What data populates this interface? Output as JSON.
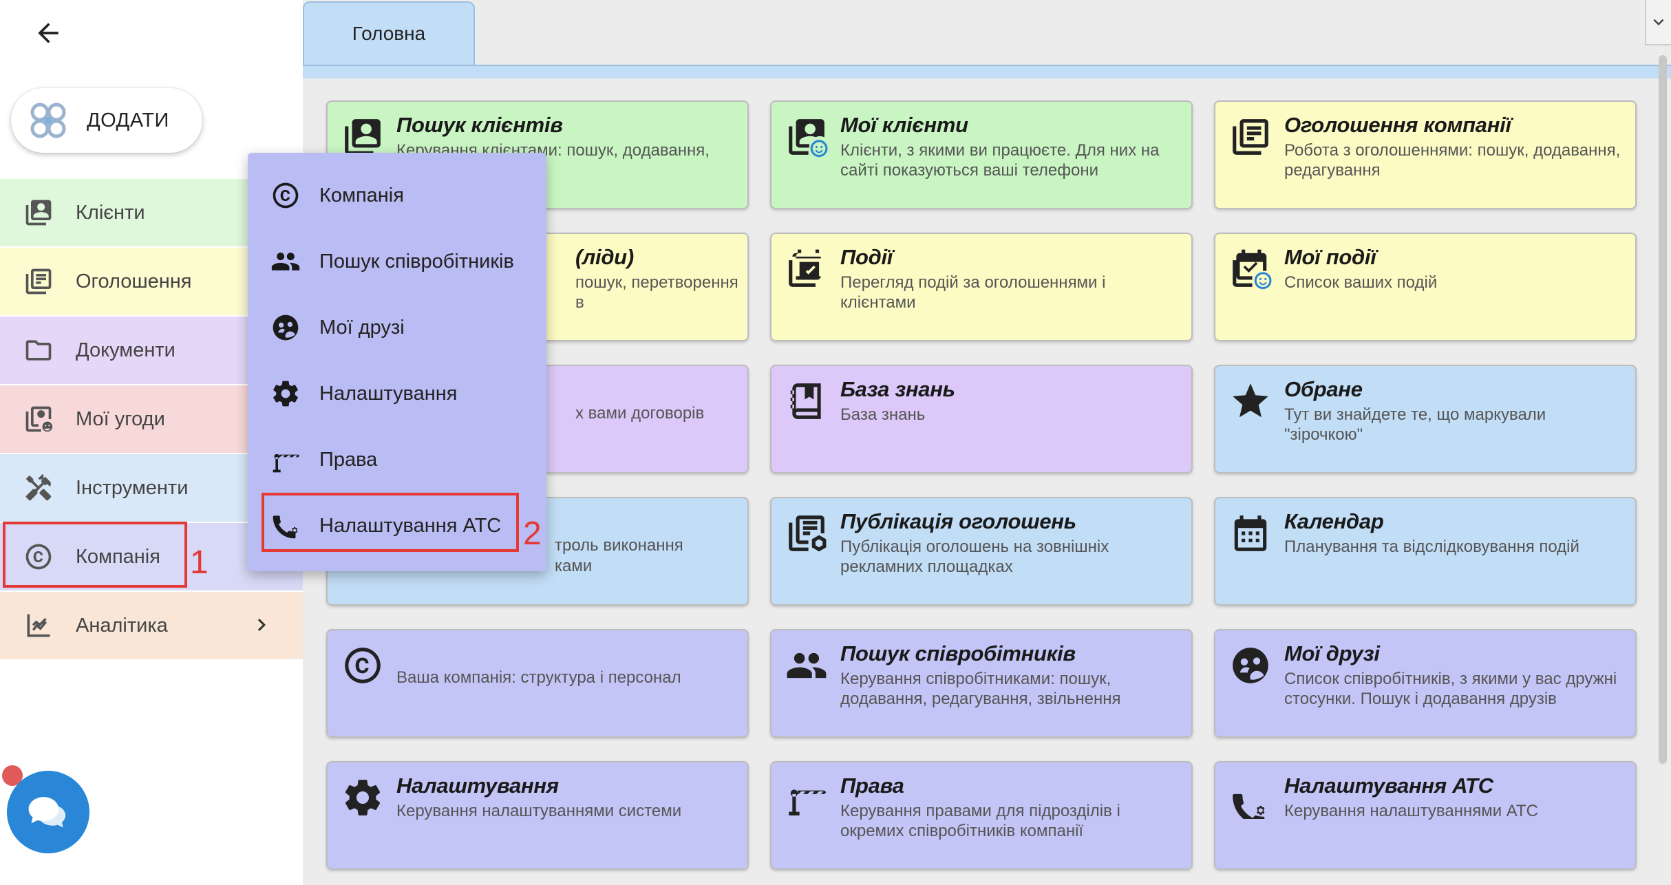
{
  "sidebar": {
    "add_label": "ДОДАТИ",
    "items": [
      {
        "label": "Клієнти",
        "icon": "contacts-icon"
      },
      {
        "label": "Оголошення",
        "icon": "ads-icon"
      },
      {
        "label": "Документи",
        "icon": "folder-icon"
      },
      {
        "label": "Мої угоди",
        "icon": "deals-icon"
      },
      {
        "label": "Інструменти",
        "icon": "tools-icon"
      },
      {
        "label": "Компанія",
        "icon": "copyright-icon"
      },
      {
        "label": "Аналітика",
        "icon": "analytics-icon"
      }
    ]
  },
  "annotations": {
    "marker_1": "1",
    "marker_2": "2",
    "color": "#e53935"
  },
  "tabs": [
    {
      "label": "Головна"
    }
  ],
  "popup": {
    "items": [
      {
        "label": "Компанія",
        "icon": "copyright-icon"
      },
      {
        "label": "Пошук співробітників",
        "icon": "people-icon"
      },
      {
        "label": "Мої друзі",
        "icon": "friends-icon"
      },
      {
        "label": "Налаштування",
        "icon": "gear-icon"
      },
      {
        "label": "Права",
        "icon": "barrier-icon"
      },
      {
        "label": "Налаштування АТС",
        "icon": "phone-settings-icon"
      }
    ]
  },
  "cards": [
    {
      "title": "Пошук клієнтів",
      "desc": "Керування клієнтами: пошук, додавання,",
      "color": "#c9f5c3"
    },
    {
      "title": "Мої клієнти",
      "desc": "Клієнти, з якими ви працюєте. Для них на сайті показуються ваші телефони",
      "color": "#c9f5c3"
    },
    {
      "title": "Оголошення компанії",
      "desc": "Робота з оголошеннями: пошук, додавання, редагування",
      "color": "#fdfbc4"
    },
    {
      "title": "(ліди)",
      "desc": "пошук, перетворення в",
      "color": "#fdfbc4"
    },
    {
      "title": "Події",
      "desc": "Перегляд подій за оголошеннями і клієнтами",
      "color": "#fdfbc4"
    },
    {
      "title": "Мої події",
      "desc": "Список ваших подій",
      "color": "#fdfbc4"
    },
    {
      "title": "",
      "desc": "х вами договорів",
      "color": "#dcc8f9"
    },
    {
      "title": "База знань",
      "desc": "База знань",
      "color": "#dcc8f9"
    },
    {
      "title": "Обране",
      "desc": "Тут ви знайдете те, що маркували \"зірочкою\"",
      "color": "#c2ddf6"
    },
    {
      "title": "",
      "desc": "троль виконання",
      "desc2": "ками",
      "color": "#c2ddf6"
    },
    {
      "title": "Публікація оголошень",
      "desc": "Публікація оголошень на зовнішніх рекламних площадках",
      "color": "#c2ddf6"
    },
    {
      "title": "Календар",
      "desc": "Планування та відслідковування подій",
      "color": "#c2ddf6"
    },
    {
      "title": "",
      "desc": "Ваша компанія: структура і персонал",
      "color": "#c3c5f7"
    },
    {
      "title": "Пошук співробітників",
      "desc": "Керування співробітниками: пошук, додавання, редагування, звільнення",
      "color": "#c3c5f7"
    },
    {
      "title": "Мої друзі",
      "desc": "Список співробітників, з якими у вас дружні стосунки. Пошук і додавання друзів",
      "color": "#c3c5f7"
    },
    {
      "title": "Налаштування",
      "desc": "Керування налаштуваннями системи",
      "color": "#c3c5f7"
    },
    {
      "title": "Права",
      "desc": "Керування правами для підрозділів і окремих співробітників компанії",
      "color": "#c3c5f7"
    },
    {
      "title": "Налаштування АТС",
      "desc": "Керування налаштуваннями АТС",
      "color": "#c3c5f7"
    }
  ]
}
